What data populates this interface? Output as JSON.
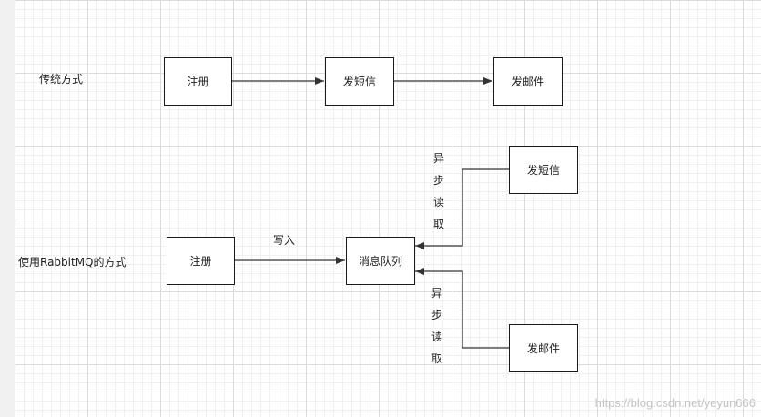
{
  "labels": {
    "traditional": "传统方式",
    "rabbitmq": "使用RabbitMQ的方式",
    "write": "写入"
  },
  "vertical_labels": {
    "top": [
      "异",
      "步",
      "读",
      "取"
    ],
    "bottom": [
      "异",
      "步",
      "读",
      "取"
    ]
  },
  "nodes": {
    "register_1": "注册",
    "sms_1": "发短信",
    "email_1": "发邮件",
    "register_2": "注册",
    "queue": "消息队列",
    "sms_2": "发短信",
    "email_2": "发邮件"
  },
  "watermark": "https://blog.csdn.net/yeyun666",
  "colors": {
    "stroke": "#333333",
    "grid": "#dcdcdc",
    "watermark": "#c4c4c4"
  }
}
